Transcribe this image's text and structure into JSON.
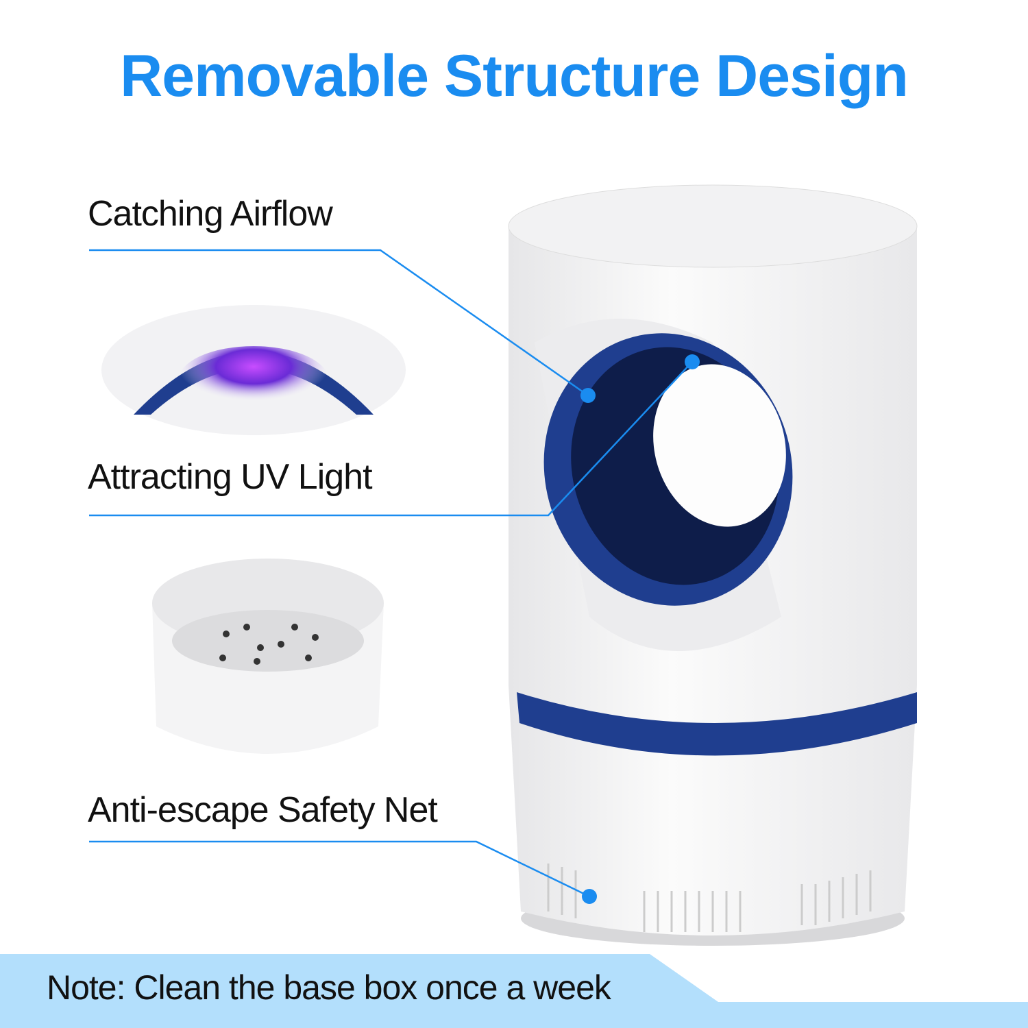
{
  "title": "Removable Structure Design",
  "features": [
    {
      "label": "Catching Airflow"
    },
    {
      "label": "Attracting UV Light"
    },
    {
      "label": "Anti-escape Safety Net"
    }
  ],
  "note": "Note: Clean the base box once a week",
  "colors": {
    "title": "#1a8cf0",
    "callout": "#1a8cf0",
    "banner": "#b3dffc",
    "ring": "#1f3e8f"
  }
}
